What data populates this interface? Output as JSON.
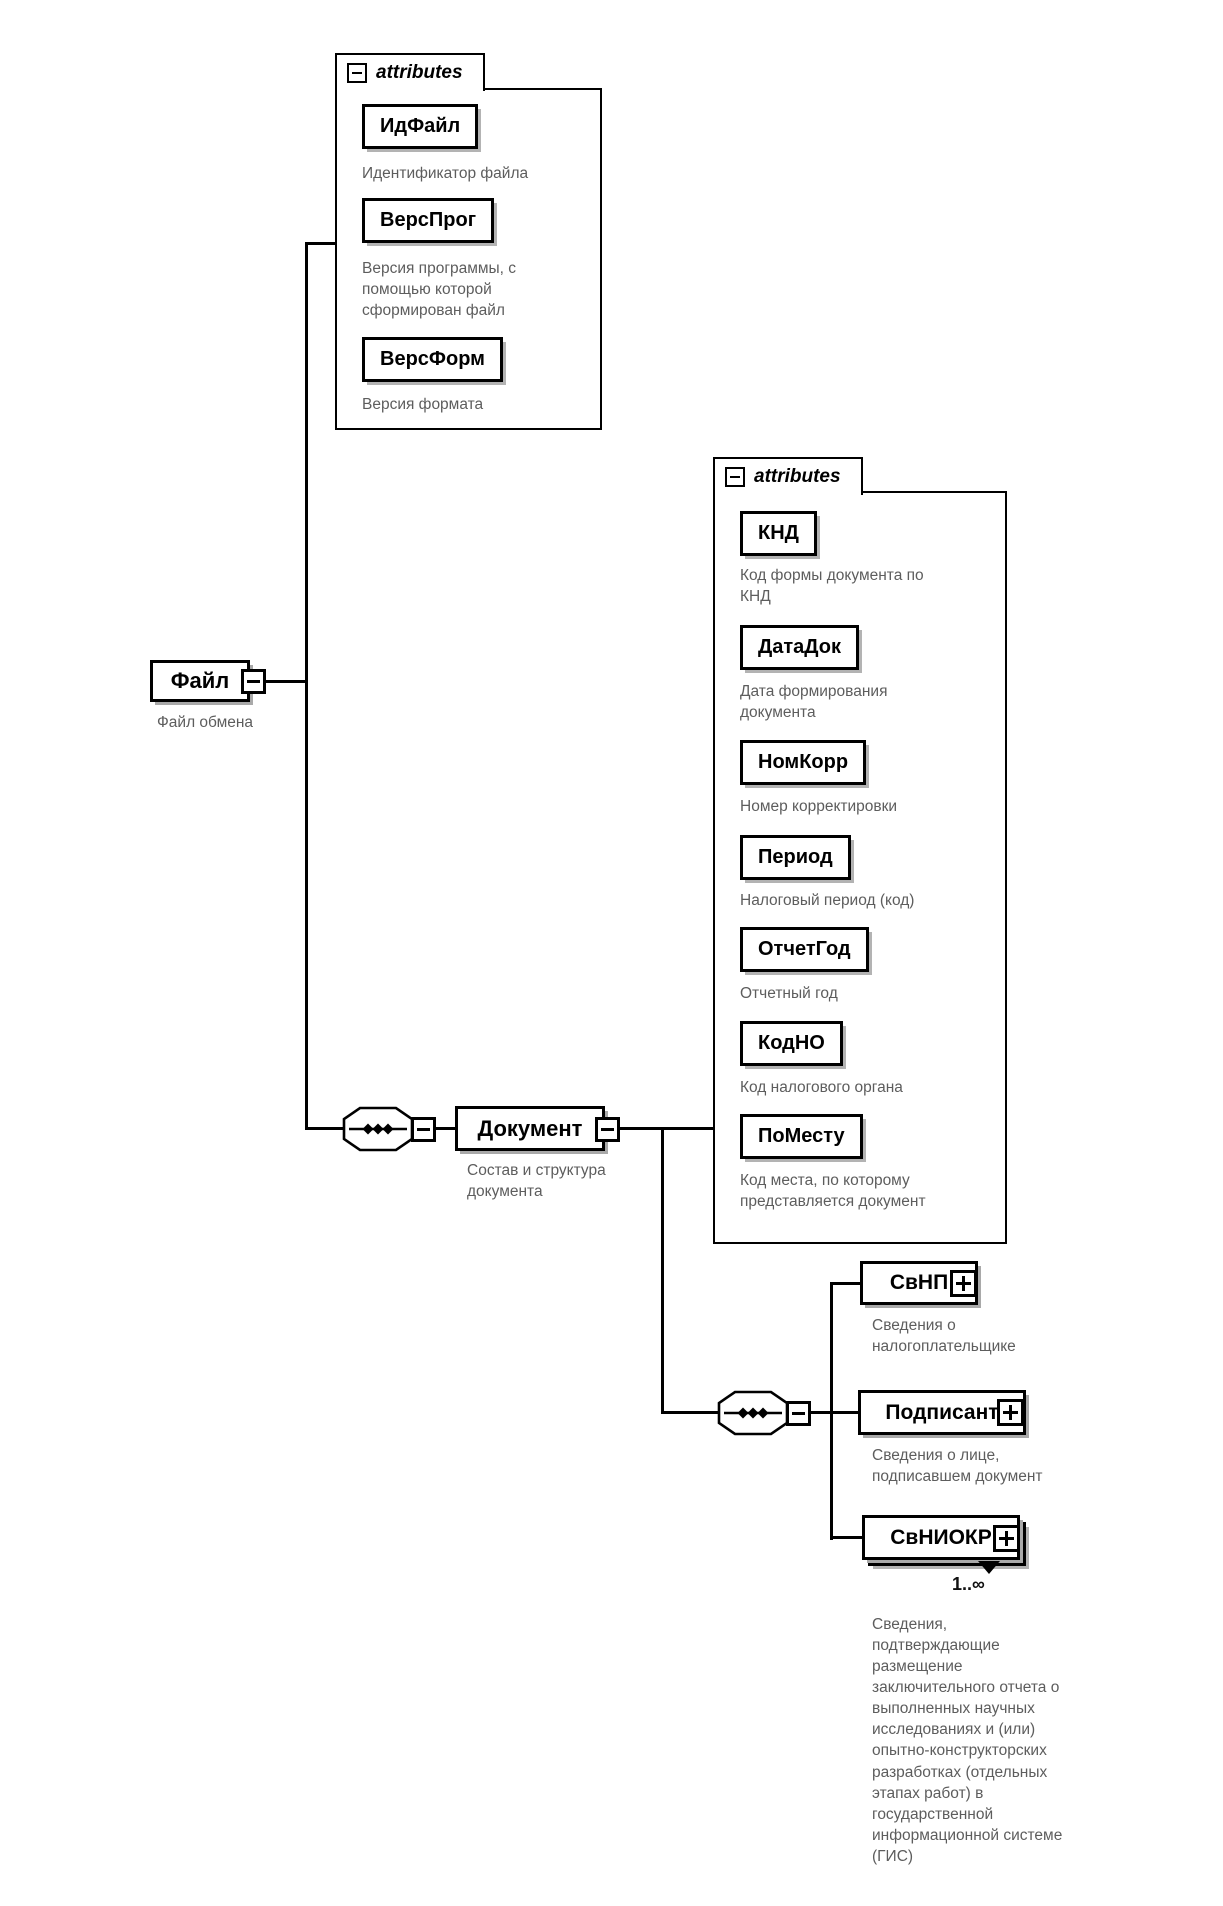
{
  "colors": {
    "ink": "#000000",
    "caption_text": "#5d5d5d",
    "paper": "#ffffff"
  },
  "diagram": {
    "root": {
      "name": "Файл",
      "caption": "Файл обмена"
    },
    "file_attributes": {
      "header": "attributes",
      "items": [
        {
          "name": "ИдФайл",
          "caption": "Идентификатор файла"
        },
        {
          "name": "ВерсПрог",
          "caption": "Версия программы, с помощью которой сформирован файл"
        },
        {
          "name": "ВерсФорм",
          "caption": "Версия формата"
        }
      ]
    },
    "document": {
      "name": "Документ",
      "caption": "Состав и структура документа"
    },
    "document_attributes": {
      "header": "attributes",
      "items": [
        {
          "name": "КНД",
          "caption": "Код формы документа по КНД"
        },
        {
          "name": "ДатаДок",
          "caption": "Дата формирования документа"
        },
        {
          "name": "НомКорр",
          "caption": "Номер корректировки"
        },
        {
          "name": "Период",
          "caption": "Налоговый период (код)"
        },
        {
          "name": "ОтчетГод",
          "caption": "Отчетный год"
        },
        {
          "name": "КодНО",
          "caption": "Код налогового органа"
        },
        {
          "name": "ПоМесту",
          "caption": "Код места, по которому представляется документ"
        }
      ]
    },
    "children": [
      {
        "name": "СвНП",
        "caption": "Сведения о налогоплательщике"
      },
      {
        "name": "Подписант",
        "caption": "Сведения о лице, подписавшем документ"
      },
      {
        "name": "СвНИОКР",
        "caption": "Сведения, подтверждающие размещение заключительного отчета о выполненных научных исследованиях и (или) опытно-конструкторских разработках (отдельных этапах работ) в государственной информационной системе (ГИС)",
        "occurrence": "1..∞"
      }
    ]
  }
}
